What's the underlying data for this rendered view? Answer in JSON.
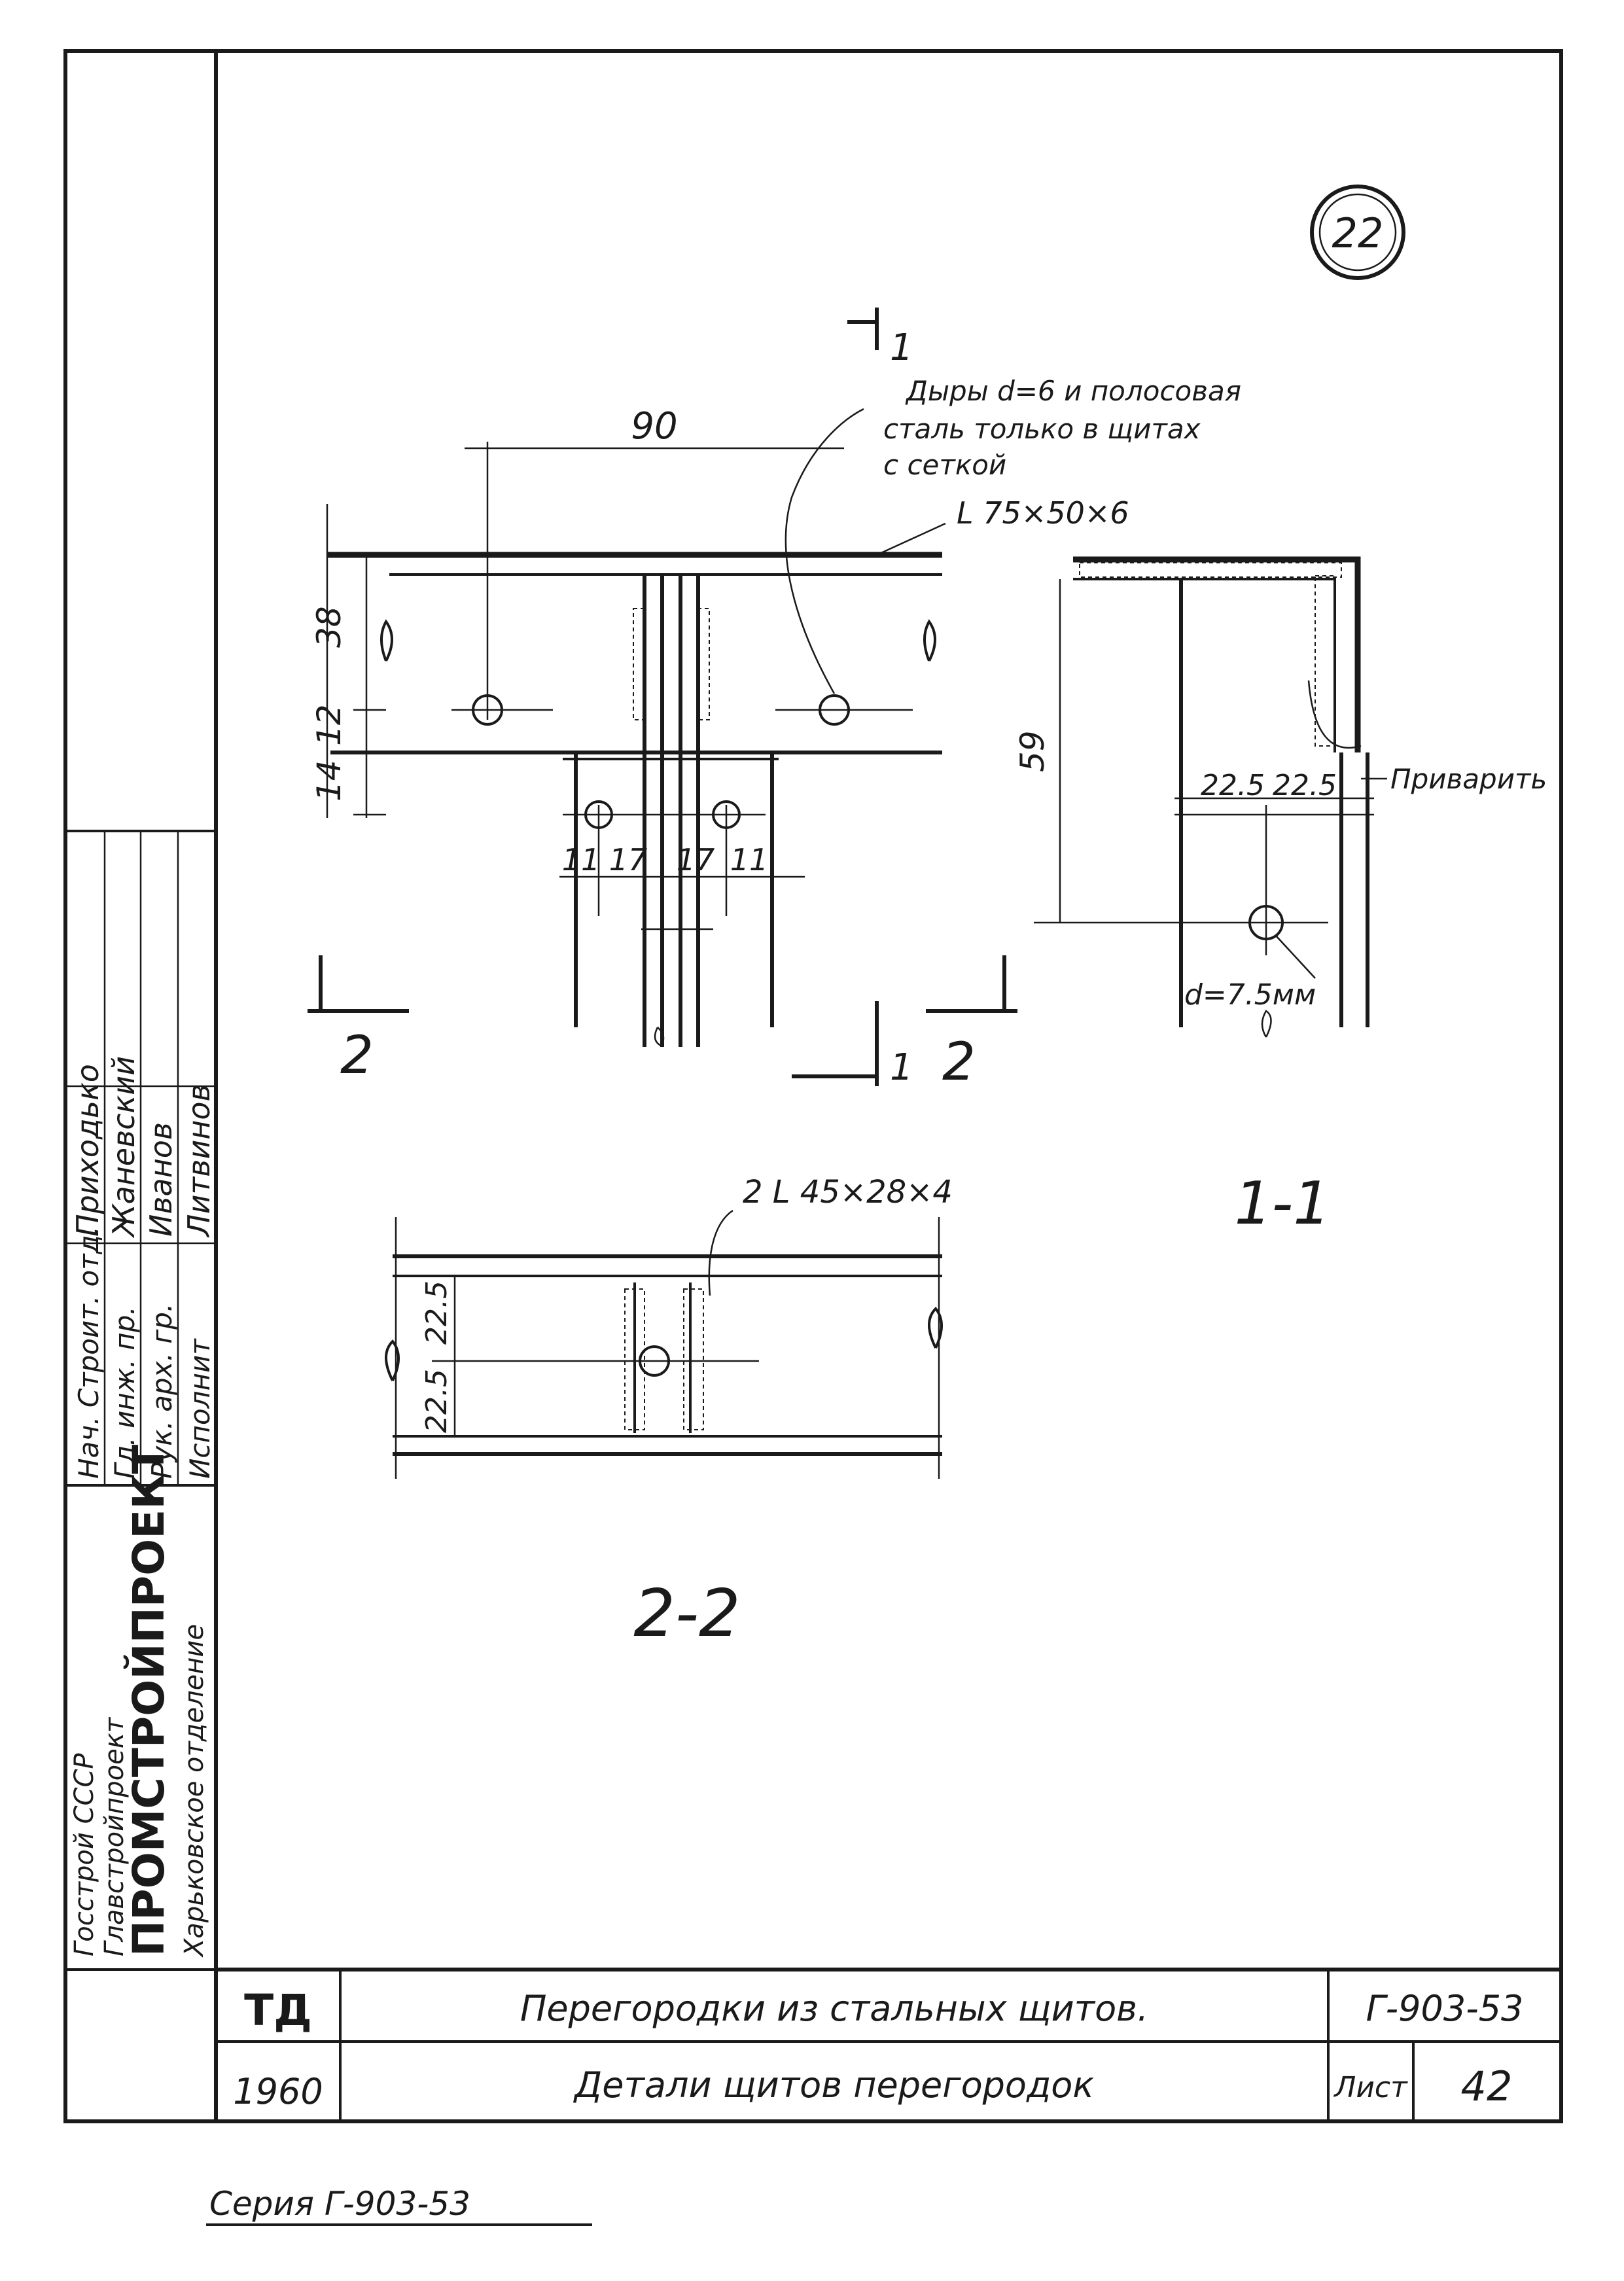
{
  "sheet_number": "22",
  "series_footer": "Серия Г-903-53",
  "stamp_left": {
    "org_line1": "Госстрой СССР",
    "org_line2": "Главстройпроект",
    "org_name": "ПРОМСТРОЙПРОЕКТ",
    "org_branch": "Харьковское отделение",
    "roles": [
      "Нач. Строит. отд.",
      "Гл. инж. пр.",
      "Рук. арх. гр.",
      "Исполнит"
    ],
    "names": [
      "Приходько",
      "Жаневский",
      "Иванов",
      "Литвинов"
    ]
  },
  "title_block": {
    "logo": "ТД",
    "year": "1960",
    "title": "Перегородки из стальных щитов.",
    "subtitle": "Детали щитов перегородок",
    "code": "Г-903-53",
    "sheet_label": "Лист",
    "sheet_no": "42"
  },
  "drawing": {
    "note": [
      "Дыры d=6 и полосовая",
      "сталь только в щитах",
      "с сеткой"
    ],
    "angle_main": "L 75×50×6",
    "angle_pair": "2 L 45×28×4",
    "weld_note": "Приварить",
    "hole_dia": "d=7.5мм",
    "dims": {
      "d90": "90",
      "d38": "38",
      "d12": "12",
      "d14": "14",
      "d11a": "11",
      "d17a": "17",
      "d17b": "17",
      "d11b": "11",
      "d59": "59",
      "d225a": "22.5",
      "d225b": "22.5",
      "d225c": "22.5",
      "d225d": "22.5"
    },
    "section_marks": {
      "m1_top": "1",
      "m1_bot": "1",
      "m2_left": "2",
      "m2_right": "2"
    },
    "view_labels": {
      "section_1_1": "1-1",
      "section_2_2": "2-2"
    }
  }
}
